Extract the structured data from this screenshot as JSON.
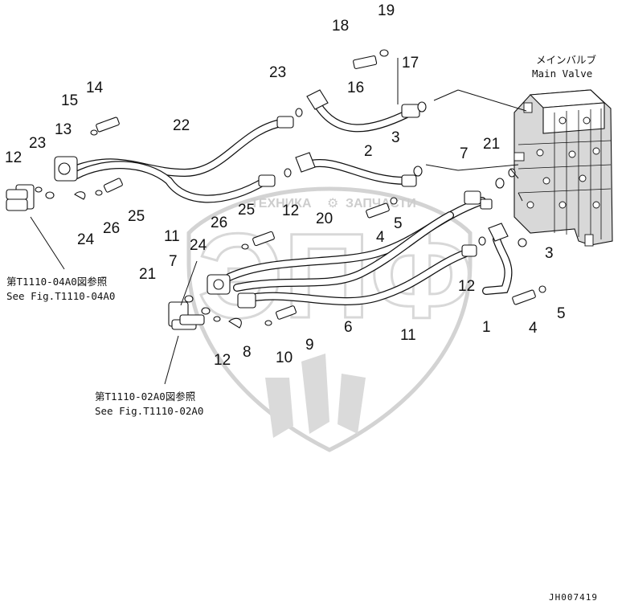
{
  "callouts": {
    "c1": "1",
    "c2": "2",
    "c3a": "3",
    "c3b": "3",
    "c4a": "4",
    "c4b": "4",
    "c5a": "5",
    "c5b": "5",
    "c6": "6",
    "c7a": "7",
    "c7b": "7",
    "c8": "8",
    "c9": "9",
    "c10": "10",
    "c11a": "11",
    "c11b": "11",
    "c12a": "12",
    "c12b": "12",
    "c12c": "12",
    "c12d": "12",
    "c13": "13",
    "c14": "14",
    "c15": "15",
    "c16": "16",
    "c17": "17",
    "c18": "18",
    "c19": "19",
    "c20": "20",
    "c21a": "21",
    "c21b": "21",
    "c22": "22",
    "c23a": "23",
    "c23b": "23",
    "c24a": "24",
    "c24b": "24",
    "c25a": "25",
    "c25b": "25",
    "c26a": "26",
    "c26b": "26"
  },
  "main_valve": {
    "label_jp": "メインバルブ",
    "label_en": "Main Valve"
  },
  "references": {
    "upper": {
      "jp": "第T1110-04A0図参照",
      "en": "See Fig.T1110-04A0"
    },
    "lower": {
      "jp": "第T1110-02A0図参照",
      "en": "See Fig.T1110-02A0"
    }
  },
  "watermark": {
    "left": "ТЕХНИКА",
    "right": "ЗАПЧАСТИ"
  },
  "drawing_code": "JH007419"
}
